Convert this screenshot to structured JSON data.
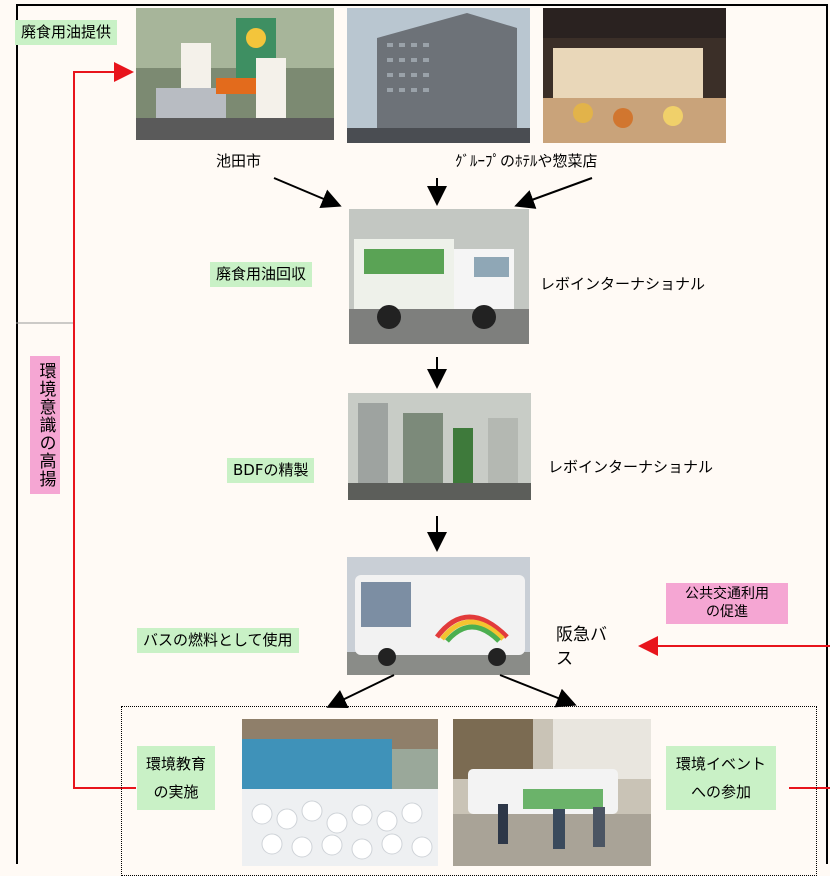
{
  "labels": {
    "waste_oil_provision": "廃食用油提供",
    "ikeda_city": "池田市",
    "group_hotels": "ｸﾞﾙｰﾌﾟのﾎﾃﾙや惣菜店",
    "waste_oil_collection": "廃食用油回収",
    "company_1": "レボインターナショナル",
    "bdf_refining": "BDFの精製",
    "company_2": "レボインターナショナル",
    "bus_fuel": "バスの燃料として使用",
    "hankyu_bus": "阪急バ\nス",
    "public_transport_line1": "公共交通利用",
    "public_transport_line2": "の促進",
    "env_awareness": "環境意識の高揚",
    "env_education_line1": "環境教育",
    "env_education_line2": "の実施",
    "env_event_line1": "環境イベント",
    "env_event_line2": "への参加"
  },
  "colors": {
    "green_label": "#c9f1c6",
    "pink_label": "#f5a6d3",
    "feedback_arrow": "#e8141c",
    "flow_arrow": "#000000"
  },
  "photos": [
    "oil-collection-booth-photo",
    "hotel-building-photo",
    "deli-shop-photo",
    "collection-truck-photo",
    "bdf-plant-photo",
    "hankyu-bus-photo",
    "school-children-bus-photo",
    "event-bus-photo"
  ]
}
